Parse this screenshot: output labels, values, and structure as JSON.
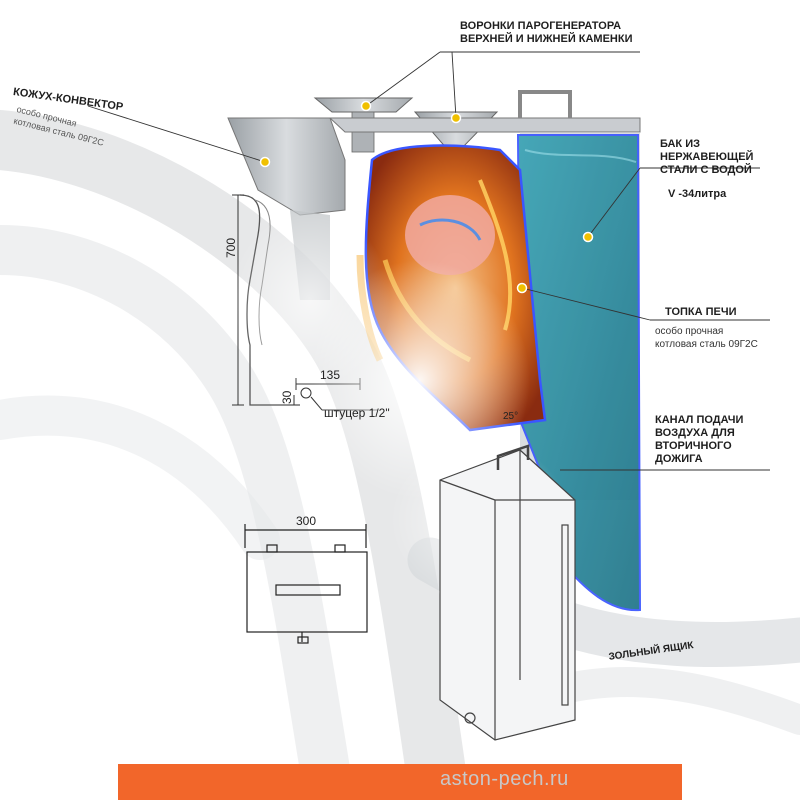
{
  "labels": {
    "convector_title": "КОЖУХ-КОНВЕКТОР",
    "convector_sub": "особо прочная\nкотловая сталь 09Г2С",
    "funnels_title": "ВОРОНКИ ПАРОГЕНЕРАТОРА\nВЕРХНЕЙ И НИЖНЕЙ КАМЕНКИ",
    "tank_title": "БАК ИЗ\nНЕРЖАВЕЮЩЕЙ\nСТАЛИ С ВОДОЙ",
    "tank_volume": "V -34литра",
    "firebox_title": "ТОПКА ПЕЧИ",
    "firebox_sub": "особо прочная\nкотловая сталь 09Г2С",
    "air_channel_title": "КАНАЛ ПОДАЧИ\nВОЗДУХА ДЛЯ\nВТОРИЧНОГО\nДОЖИГА",
    "ash_box": "ЗОЛЬНЫЙ ЯЩИК"
  },
  "dimensions": {
    "height": "700",
    "width_135": "135",
    "offset_30": "30",
    "fitting": "штуцер 1/2\"",
    "angle": "25°",
    "top_width": "300"
  },
  "footer": {
    "site": "aston-pech.ru"
  },
  "colors": {
    "accent_bar": "#f2662a",
    "marker": "#f0c000",
    "water": "#2e8fa3",
    "fire": "#e86a1a",
    "steel": "#b8bcc0"
  }
}
